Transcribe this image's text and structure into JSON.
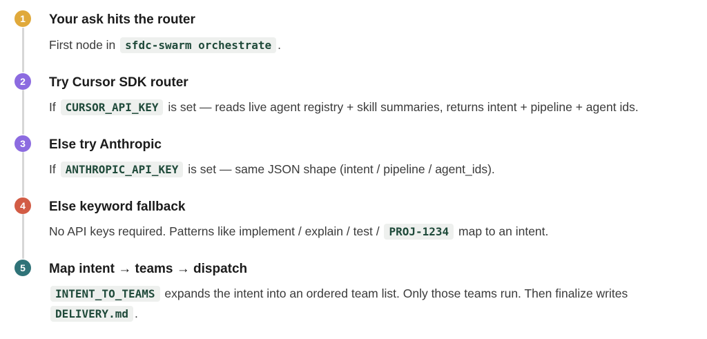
{
  "colors": {
    "step1": "#e0a93b",
    "step2": "#8c6be0",
    "step3": "#8c6be0",
    "step4": "#d25c45",
    "step5": "#2f7378",
    "code_text": "#1f4a3a",
    "code_bg": "#eef0ee",
    "rail": "#d7d7d7"
  },
  "steps": [
    {
      "number": "1",
      "title": "Your ask hits the router",
      "desc_a": "First node in",
      "code_a": "sfdc-swarm orchestrate",
      "desc_b": "."
    },
    {
      "number": "2",
      "title": "Try Cursor SDK router",
      "desc_a": "If",
      "code_a": "CURSOR_API_KEY",
      "desc_b": "is set — reads live agent registry + skill summaries, returns intent + pipeline + agent ids."
    },
    {
      "number": "3",
      "title": "Else try Anthropic",
      "desc_a": "If",
      "code_a": "ANTHROPIC_API_KEY",
      "desc_b": "is set — same JSON shape (intent / pipeline / agent_ids)."
    },
    {
      "number": "4",
      "title": "Else keyword fallback",
      "desc_a": "No API keys required. Patterns like implement / explain / test /",
      "code_a": "PROJ-1234",
      "desc_b": "map to an intent."
    },
    {
      "number": "5",
      "title": "Map intent → teams → dispatch",
      "code_a": "INTENT_TO_TEAMS",
      "desc_a": "expands the intent into an ordered team list. Only those teams run. Then finalize writes",
      "code_b": "DELIVERY.md",
      "desc_b": "."
    }
  ]
}
